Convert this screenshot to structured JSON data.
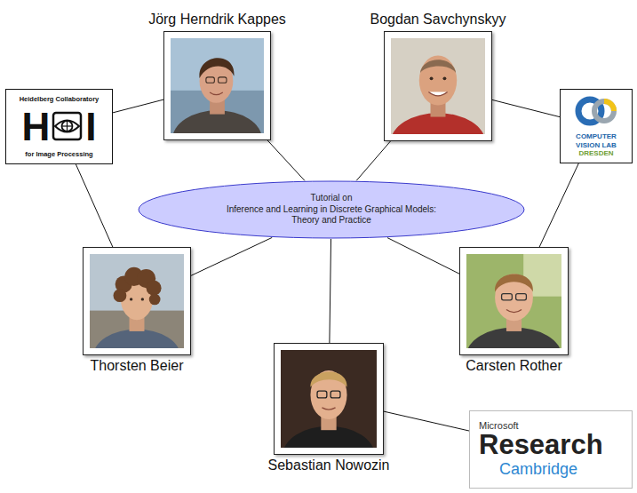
{
  "diagram": {
    "nodes": [
      {
        "text": [
          "Jörg Herndrik Kappes"
        ]
      },
      {
        "text": [
          "Bogdan Savchynskyy"
        ]
      },
      {
        "text": [
          "Heidelberg Collaboratory",
          "H",
          "I",
          "for Image Processing"
        ]
      },
      {
        "text": [
          "COMPUTER VISION LAB",
          "DRESDEN"
        ]
      },
      {
        "text": [
          "Tutorial on",
          "Inference and Learning in Discrete Graphical Models: Theory and Practice"
        ]
      },
      {
        "text": [
          "Thorsten Beier"
        ]
      },
      {
        "text": [
          "Carsten Rother"
        ]
      },
      {
        "text": [
          "Sebastian Nowozin"
        ]
      },
      {
        "text": [
          "Microsoft",
          "Research",
          "Cambridge"
        ]
      }
    ],
    "edges": [
      {
        "from": 4,
        "to": 0,
        "arrow": "none"
      },
      {
        "from": 4,
        "to": 1,
        "arrow": "none"
      },
      {
        "from": 4,
        "to": 5,
        "arrow": "none"
      },
      {
        "from": 4,
        "to": 6,
        "arrow": "none"
      },
      {
        "from": 4,
        "to": 7,
        "arrow": "none"
      },
      {
        "from": 2,
        "to": 0,
        "arrow": "none"
      },
      {
        "from": 2,
        "to": 5,
        "arrow": "none"
      },
      {
        "from": 3,
        "to": 1,
        "arrow": "none"
      },
      {
        "from": 3,
        "to": 6,
        "arrow": "none"
      },
      {
        "from": 7,
        "to": 8,
        "arrow": "none"
      }
    ]
  }
}
